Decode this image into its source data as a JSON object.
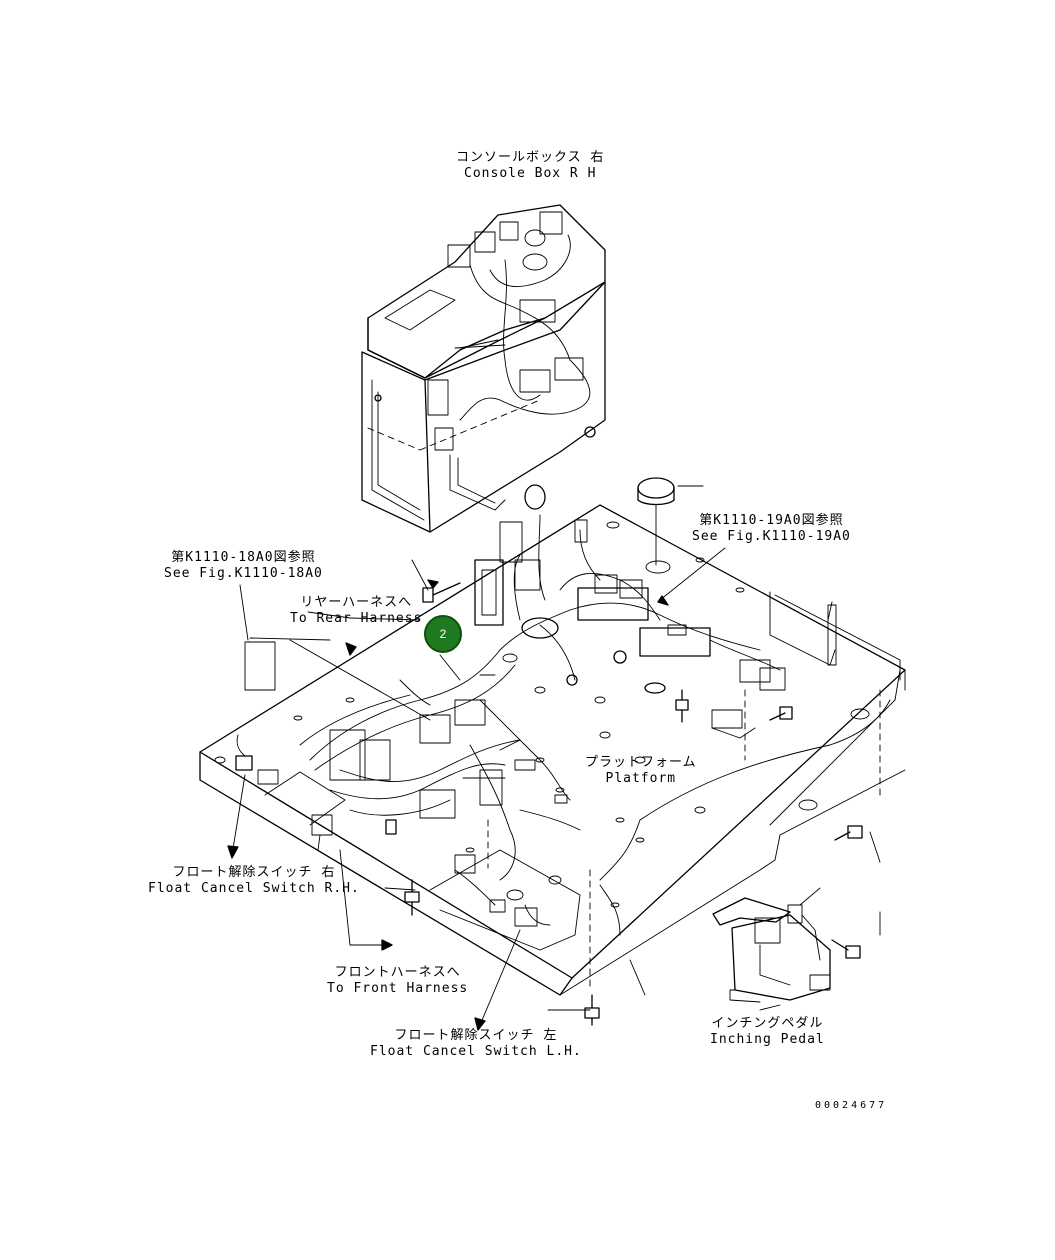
{
  "labels": {
    "console_box": {
      "jp": "コンソールボックス 右",
      "en": "Console Box R H"
    },
    "fig_19": {
      "jp": "第K1110-19A0図参照",
      "en": "See Fig.K1110-19A0"
    },
    "fig_18": {
      "jp": "第K1110-18A0図参照",
      "en": "See Fig.K1110-18A0"
    },
    "rear_harness": {
      "jp": "リヤーハーネスへ",
      "en": "To Rear Harness"
    },
    "platform": {
      "jp": "プラットフォーム",
      "en": "Platform"
    },
    "float_rh": {
      "jp": "フロート解除スイッチ 右",
      "en": "Float Cancel Switch R.H."
    },
    "front_harness": {
      "jp": "フロントハーネスへ",
      "en": "To Front Harness"
    },
    "float_lh": {
      "jp": "フロート解除スイッチ 左",
      "en": "Float Cancel Switch L.H."
    },
    "inching_pedal": {
      "jp": "インチングペダル",
      "en": "Inching Pedal"
    }
  },
  "callout": {
    "number": "2",
    "color": "#1f7a1f"
  },
  "document_number": "00024677"
}
